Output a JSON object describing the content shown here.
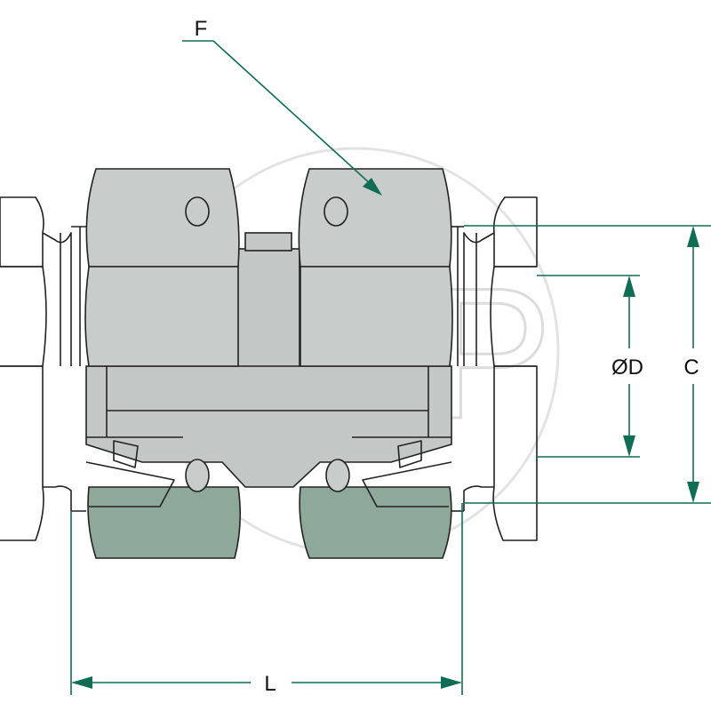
{
  "labels": {
    "F": "F",
    "D": "ØD",
    "C": "C",
    "L": "L"
  },
  "watermark": "AGP",
  "colors": {
    "dimension": "#0f6d56",
    "nut_light": "#c8ccca",
    "nut_dark": "#8ea99a",
    "outline": "#222222"
  }
}
